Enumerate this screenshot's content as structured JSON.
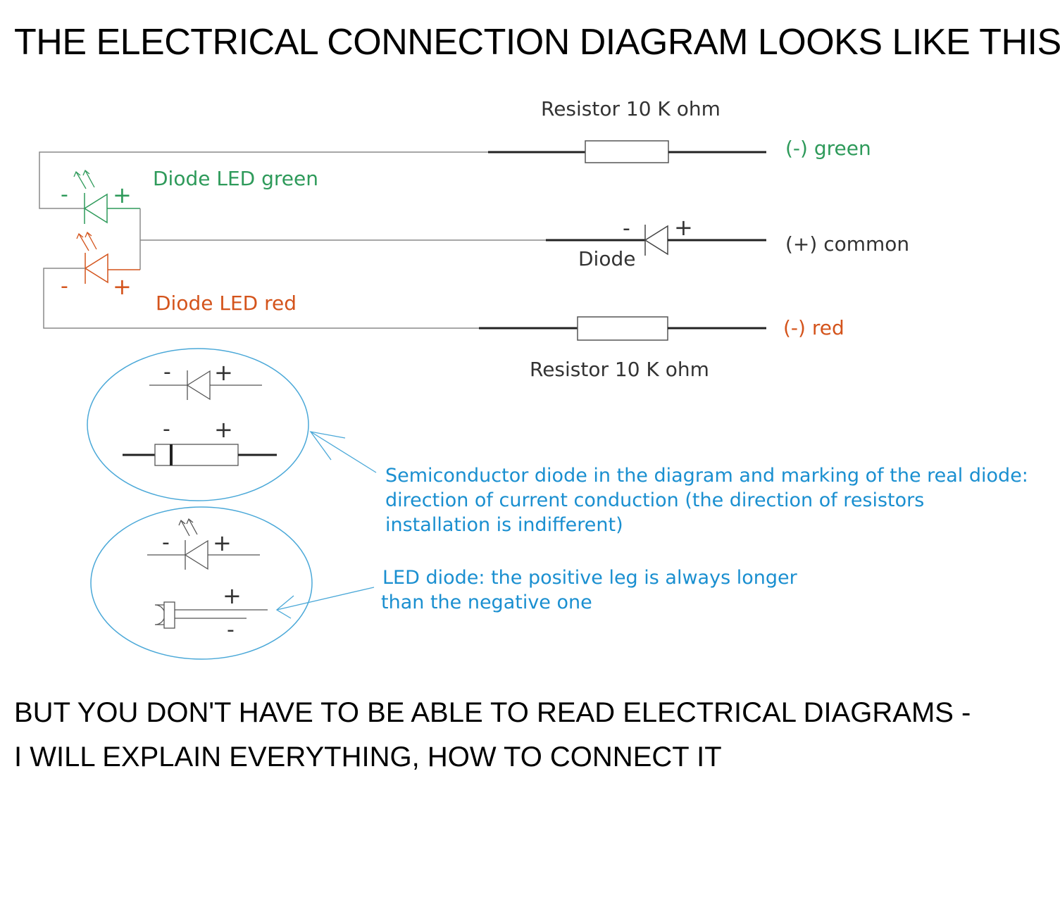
{
  "title": "THE ELECTRICAL CONNECTION DIAGRAM LOOKS LIKE THIS:",
  "diagram": {
    "resistor_top_label": "Resistor 10 K ohm",
    "resistor_bottom_label": "Resistor 10 K ohm",
    "diode_label": "Diode",
    "led_green_label": "Diode LED green",
    "led_red_label": "Diode LED red",
    "terminal_green": "(-) green",
    "terminal_common": "(+) common",
    "terminal_red": "(-) red",
    "minus": "-",
    "plus": "+"
  },
  "legend": {
    "diode_note_lines": [
      "Semiconductor diode in the diagram and marking of the real diode:",
      "direction of current conduction (the direction of resistors",
      "installation is indifferent)"
    ],
    "led_note_lines": [
      "LED diode: the positive leg is always longer",
      "than the negative one"
    ]
  },
  "footer": {
    "line1": "BUT YOU DON'T HAVE TO BE ABLE TO READ ELECTRICAL DIAGRAMS -",
    "line2": "I WILL EXPLAIN EVERYTHING, HOW TO CONNECT IT"
  },
  "colors": {
    "green": "#2e9a5a",
    "red": "#d4541c",
    "blue": "#1a8fd0",
    "ellipse": "#4aa8d8",
    "thin_wire": "#8a8a8a",
    "thick_wire": "#222222"
  }
}
